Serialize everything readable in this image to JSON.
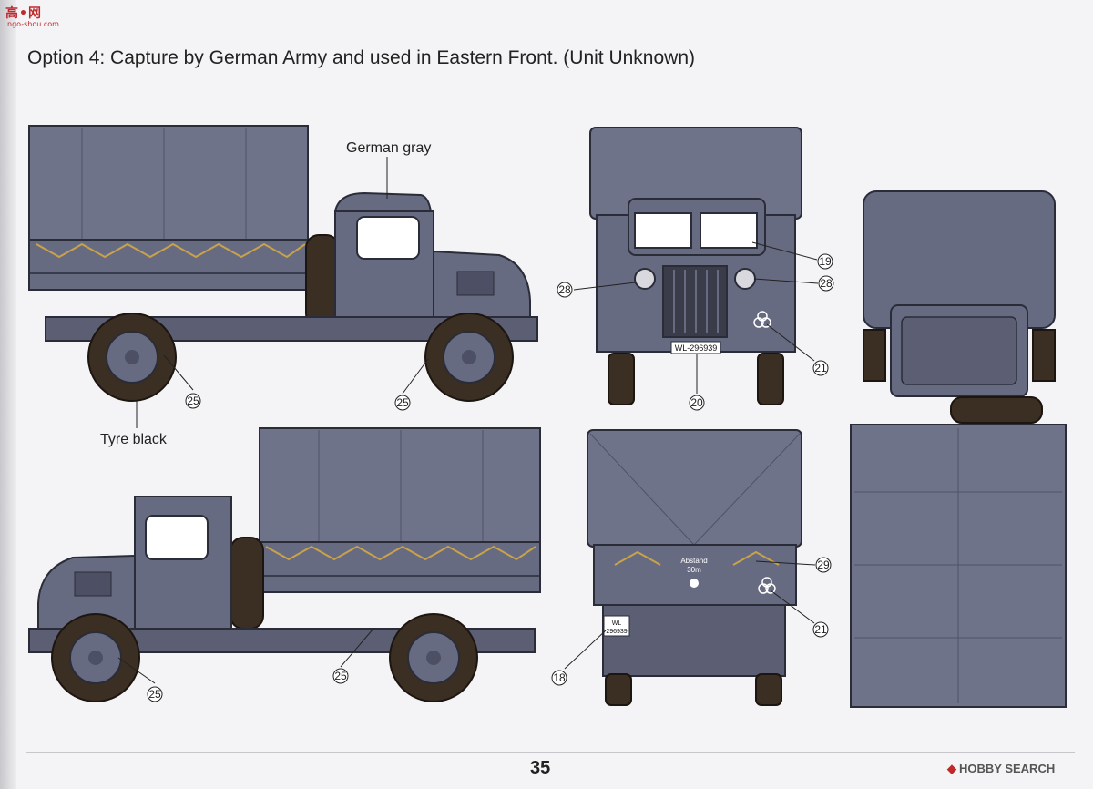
{
  "site_logo": {
    "main": "高•网",
    "sub": "ngo-shou.com"
  },
  "title": "Option 4: Capture by German Army and used in Eastern Front. (Unit Unknown)",
  "labels": {
    "german_gray": "German gray",
    "tyre_black": "Tyre black"
  },
  "callouts": {
    "n18": "18",
    "n19": "19",
    "n20": "20",
    "n21": "21",
    "n25": "25",
    "n28": "28",
    "n29": "29"
  },
  "plates": {
    "front": "WL-296939",
    "rear_line1": "WL",
    "rear_line2": "296939"
  },
  "rear_sign": {
    "line1": "Abstand",
    "line2": "30m"
  },
  "page_number": "35",
  "watermark": "HOBBY SEARCH",
  "colors": {
    "german_gray": "#676b82",
    "canvas": "#6f7389",
    "tyre": "#3b2e22",
    "window": "#ffffff",
    "rope": "#c9a24a"
  }
}
